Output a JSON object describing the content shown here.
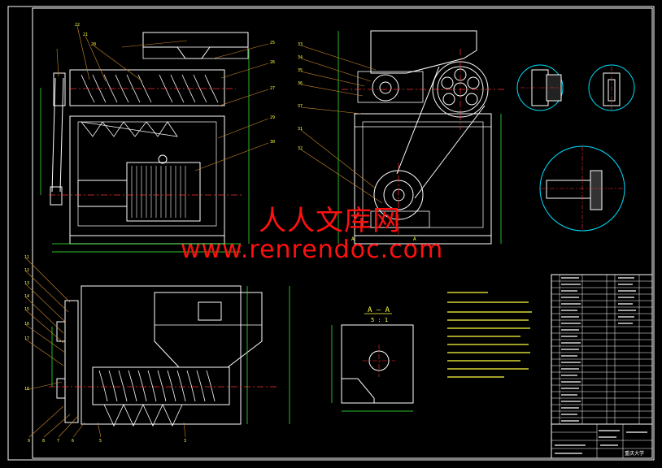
{
  "watermark": {
    "chinese": "人人文库网",
    "url": "www.renrendoc.com"
  },
  "section_label": {
    "title": "A — A",
    "scale": "5 : 1"
  },
  "drawing_text": {
    "section_view_mark_left": "A",
    "section_view_mark_right": "A",
    "title_block_company": "重庆大学"
  },
  "colors": {
    "background": "#000000",
    "outline": "#ffffff",
    "dimension": "#3cff3c",
    "leader": "#d08a2a",
    "center_line": "#ff3030",
    "detail_circle": "#00e0ff",
    "text": "#ffff40",
    "watermark": "#ff1010"
  }
}
